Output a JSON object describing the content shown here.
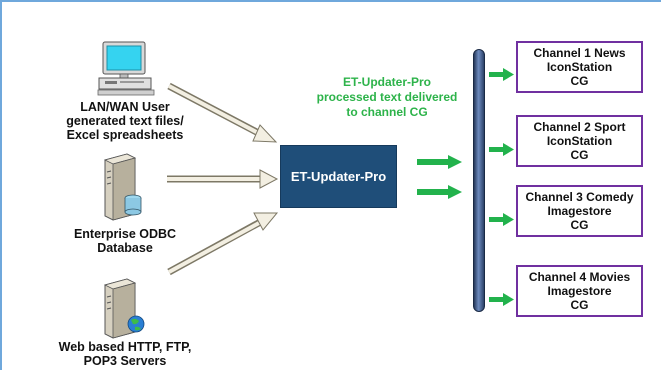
{
  "sources": {
    "lan_label_lines": [
      "LAN/WAN User",
      "generated text files/",
      "Excel spreadsheets"
    ],
    "odbc_label_lines": [
      "Enterprise ODBC",
      "Database"
    ],
    "web_label_lines": [
      "Web based HTTP, FTP,",
      "POP3 Servers"
    ]
  },
  "core": {
    "label": "ET-Updater-Pro"
  },
  "caption_lines": [
    "ET-Updater-Pro",
    "processed text delivered",
    "to channel  CG"
  ],
  "channels": [
    {
      "lines": [
        "Channel 1 News",
        "IconStation",
        "CG"
      ]
    },
    {
      "lines": [
        "Channel 2 Sport",
        "IconStation",
        "CG"
      ]
    },
    {
      "lines": [
        "Channel 3 Comedy",
        "Imagestore",
        "CG"
      ]
    },
    {
      "lines": [
        "Channel 4 Movies",
        "Imagestore",
        "CG"
      ]
    }
  ],
  "icons": {
    "lan": "computer-icon",
    "odbc": "database-server-icon",
    "web": "web-server-icon"
  },
  "colors": {
    "core_box": "#1f4e79",
    "channel_border": "#7030a0",
    "caption": "#2db34a",
    "arrow_green": "#22b24c",
    "frame": "#6fa8dc"
  }
}
